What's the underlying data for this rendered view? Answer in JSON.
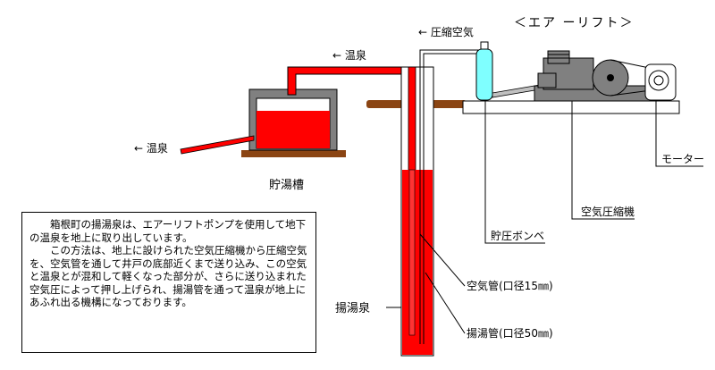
{
  "title": "＜エア ーリフト＞",
  "labels": {
    "compressed_air": "← 圧縮空気",
    "hot_spring_top": "← 温泉",
    "hot_spring_left": "← 温泉",
    "storage_tank": "貯湯槽",
    "motor": "モーター",
    "compressor": "空気圧縮機",
    "cylinder": "貯圧ボンベ",
    "air_pipe": "空気管(口径15㎜)",
    "source": "揚湯泉",
    "pump_pipe": "揚湯管(口径50㎜)"
  },
  "description": {
    "p1": "箱根町の揚湯泉は、エアーリフトポンプを使用して地下の温泉を地上に取り出しています。",
    "p2": "この方法は、地上に設けられた空気圧縮機から圧縮空気を、空気管を通して井戸の底部近くまで送り込み、この空気と温泉とが混和して軽くなった部分が、さらに送り込まれた空気圧によって押し上げられ、揚湯管を通って温泉が地上にあふれ出る機構になっております。"
  },
  "colors": {
    "hot_water": "#ff0000",
    "cylinder": "#7fffff",
    "ground": "#8b4513",
    "tank_frame": "#808080",
    "machine": "#808080"
  }
}
